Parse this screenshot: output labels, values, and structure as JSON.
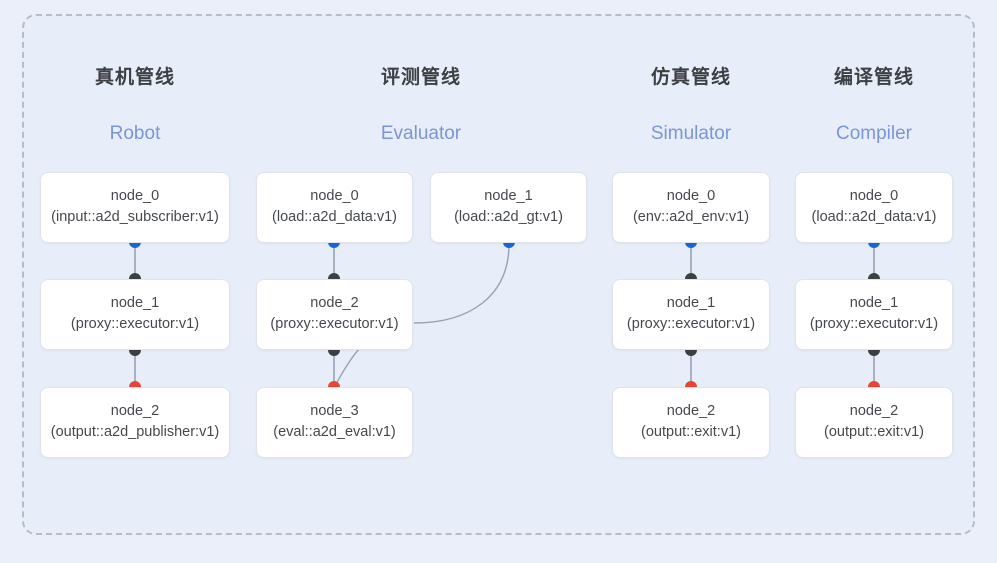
{
  "diagram": {
    "container_style": "dashed-rounded-panel",
    "colors": {
      "background": "#eaeff9",
      "panel": "#e8eef9",
      "panel_border": "#b7bcc6",
      "node_background": "#ffffff",
      "node_border": "#dfe3ec",
      "title": "#3c4043",
      "subtitle": "#7b96d4",
      "port_input": "#1a67d2",
      "port_mid": "#3c4043",
      "port_output": "#ea4335",
      "edge": "#9aa2b1"
    }
  },
  "columns": [
    {
      "id": "robot",
      "title": "真机管线",
      "subtitle": "Robot",
      "nodes": [
        {
          "id": "robot-node-0",
          "name": "node_0",
          "spec": "(input::a2d_subscriber:v1)"
        },
        {
          "id": "robot-node-1",
          "name": "node_1",
          "spec": "(proxy::executor:v1)"
        },
        {
          "id": "robot-node-2",
          "name": "node_2",
          "spec": "(output::a2d_publisher:v1)"
        }
      ]
    },
    {
      "id": "evaluator",
      "title": "评测管线",
      "subtitle": "Evaluator",
      "nodes": [
        {
          "id": "eval-node-0",
          "name": "node_0",
          "spec": "(load::a2d_data:v1)"
        },
        {
          "id": "eval-node-1",
          "name": "node_1",
          "spec": "(load::a2d_gt:v1)"
        },
        {
          "id": "eval-node-2",
          "name": "node_2",
          "spec": "(proxy::executor:v1)"
        },
        {
          "id": "eval-node-3",
          "name": "node_3",
          "spec": "(eval::a2d_eval:v1)"
        }
      ]
    },
    {
      "id": "simulator",
      "title": "仿真管线",
      "subtitle": "Simulator",
      "nodes": [
        {
          "id": "sim-node-0",
          "name": "node_0",
          "spec": "(env::a2d_env:v1)"
        },
        {
          "id": "sim-node-1",
          "name": "node_1",
          "spec": "(proxy::executor:v1)"
        },
        {
          "id": "sim-node-2",
          "name": "node_2",
          "spec": "(output::exit:v1)"
        }
      ]
    },
    {
      "id": "compiler",
      "title": "编译管线",
      "subtitle": "Compiler",
      "nodes": [
        {
          "id": "comp-node-0",
          "name": "node_0",
          "spec": "(load::a2d_data:v1)"
        },
        {
          "id": "comp-node-1",
          "name": "node_1",
          "spec": "(proxy::executor:v1)"
        },
        {
          "id": "comp-node-2",
          "name": "node_2",
          "spec": "(output::exit:v1)"
        }
      ]
    }
  ]
}
